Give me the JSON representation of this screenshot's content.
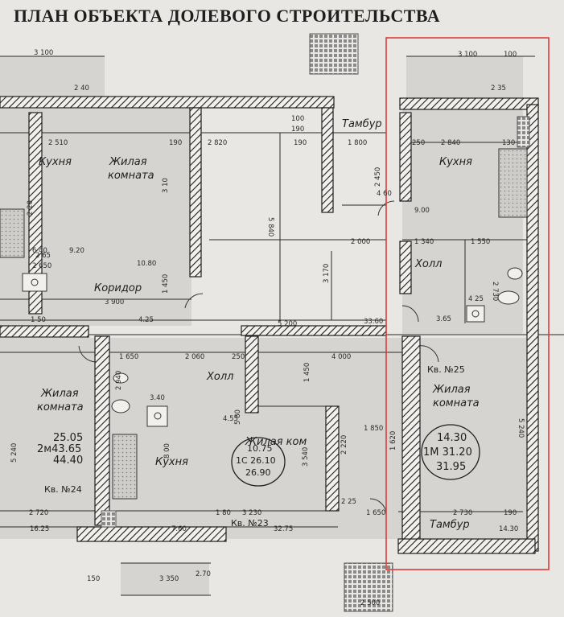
{
  "header": {
    "title": "ПЛАН ОБЪЕКТА ДОЛЕВОГО СТРОИТЕЛЬСТВА"
  },
  "rooms": {
    "kitchen_left": "Кухня",
    "living_top_left_1": "Жилая",
    "living_top_left_2": "комната",
    "corridor": "Коридор",
    "vestibule_top": "Тамбур",
    "kitchen_right": "Кухня",
    "hall_right": "Холл",
    "hall_mid": "Холл",
    "living_mid": "Жилая ком",
    "kitchen_mid": "Кухня",
    "living_left_1": "Жилая",
    "living_left_2": "комната",
    "living_right_1": "Жилая",
    "living_right_2": "комната",
    "vestibule_bottom": "Тамбур"
  },
  "apartments": {
    "apt24": {
      "label": "Кв. №24",
      "a": "25.05",
      "b": "2м43.65",
      "c": "44.40"
    },
    "apt23": {
      "label": "Кв. №23",
      "a": "10.75",
      "b": "1С 26.10",
      "c": "26.90"
    },
    "apt25": {
      "label": "Кв. №25",
      "a": "14.30",
      "b": "1М 31.20",
      "c": "31.95"
    }
  },
  "dims": {
    "d1": "3 100",
    "d2": "2 40",
    "d3": "2 510",
    "d4": "190",
    "d5": "2 820",
    "d6": "190",
    "d7": "1 800",
    "d8": "100",
    "d9": "190",
    "d10": "3 100",
    "d11": "100",
    "d12": "2 35",
    "d13": "2 840",
    "d14": "130",
    "d15": "250",
    "d16": "4 60",
    "d17": "9.00",
    "d18": "1 340",
    "d19": "1 550",
    "d20": "2 000",
    "d21": "5 840",
    "d22": "3 170",
    "d23": "2 730",
    "d24": "4 25",
    "d25": "3.65",
    "d26": "33.60",
    "d27": "5 200",
    "d28": "3 900",
    "d29": "4.25",
    "d30": "1 450",
    "d31": "10.80",
    "d32": "3 10",
    "d33": "2 060",
    "d34": "250",
    "d35": "4 000",
    "d36": "1 450",
    "d37": "3.40",
    "d38": "4.55",
    "d39": "5 80",
    "d40": "1 850",
    "d41": "2 220",
    "d42": "1 620",
    "d43": "3 540",
    "d44": "2 25",
    "d45": "1 650",
    "d46": "2 730",
    "d47": "190",
    "d48": "3 230",
    "d49": "2 720",
    "d50": "16.25",
    "d51": "7.60",
    "d52": "32.75",
    "d53": "14.30",
    "d54": "3 350",
    "d55": "2.70",
    "d56": "2 500",
    "d57": "150",
    "d58": "5 240",
    "d59": "5 240",
    "d60": "8 00",
    "d61": "2 450",
    "d62": "2 650",
    "d63": "1 650",
    "d64": "2 940",
    "d65": "1 50",
    "d66": "2 65",
    "d67": "6 40",
    "d68": "9.20",
    "d69": "1 80",
    "d70": "2 20"
  },
  "colors": {
    "background": "#e9e7e3",
    "room_fill": "#d4d2cf",
    "wall": "#1e1e1e",
    "highlight": "#e03a3a"
  }
}
